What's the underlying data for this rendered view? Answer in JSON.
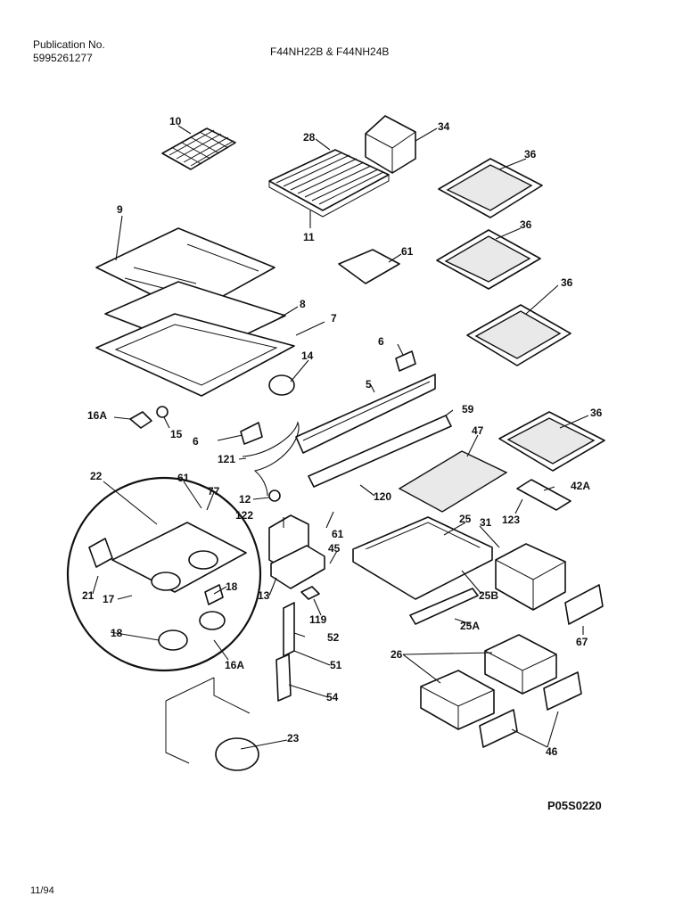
{
  "header": {
    "publication_label": "Publication No.",
    "publication_number": "5995261277",
    "model": "F44NH22B & F44NH24B"
  },
  "footer": {
    "figure_id": "P05S0220",
    "date": "11/94"
  },
  "callouts": [
    "10",
    "28",
    "34",
    "36",
    "36",
    "36",
    "36",
    "9",
    "11",
    "61",
    "8",
    "7",
    "6",
    "14",
    "5",
    "59",
    "16A",
    "15",
    "6",
    "47",
    "121",
    "22",
    "61",
    "77",
    "12",
    "122",
    "120",
    "42A",
    "61",
    "45",
    "25",
    "31",
    "123",
    "21",
    "17",
    "18",
    "13",
    "25B",
    "119",
    "18",
    "16A",
    "52",
    "25A",
    "67",
    "26",
    "51",
    "54",
    "46",
    "23"
  ]
}
